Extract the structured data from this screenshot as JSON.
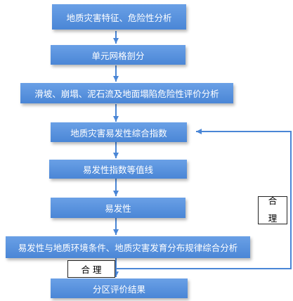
{
  "steps": [
    "地质灾害特征、危险性分析",
    "单元网格剖分",
    "滑坡、崩塌、泥石流及地面塌陷危险性评价分析",
    "地质灾害易发性综合指数",
    "易发性指数等值线",
    "易发性",
    "易发性与地质环境条件、地质灾害发育分布规律综合分析",
    "分区评价结果"
  ],
  "notes": {
    "right_feedback": "合\n\n理",
    "bottom_feedback": "合 理"
  },
  "colors": {
    "box": "#4a86d6",
    "arrow": "#4a86d6",
    "text": "#ffffff"
  }
}
